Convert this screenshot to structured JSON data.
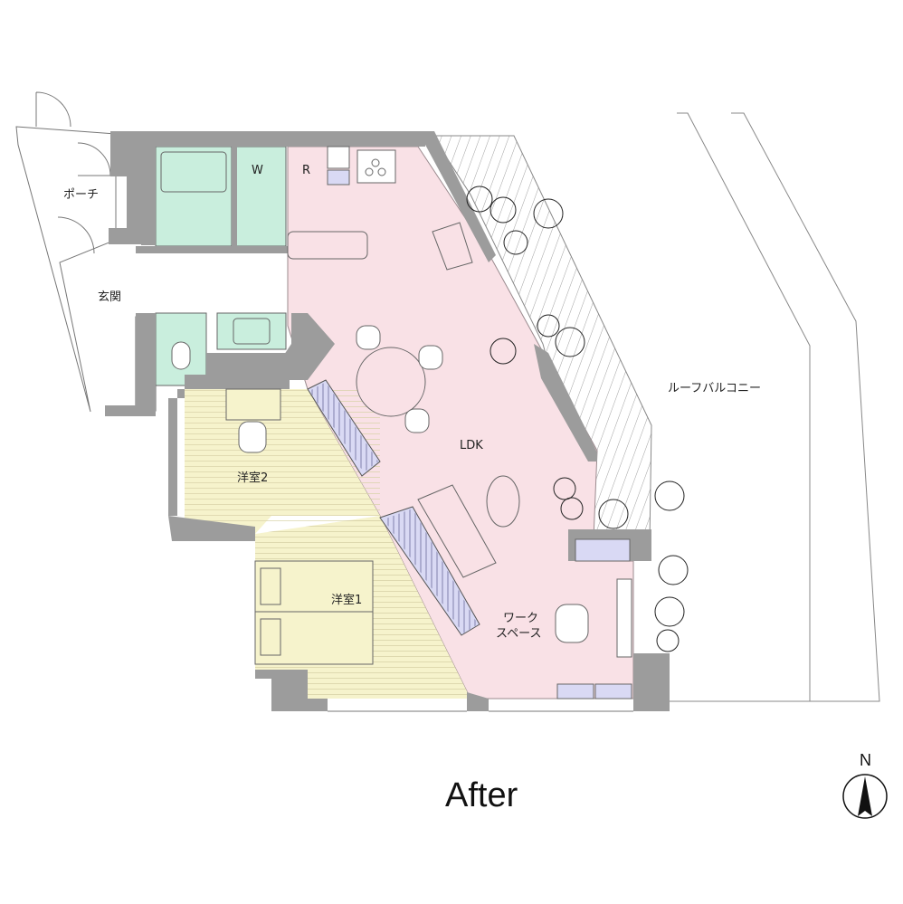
{
  "title": "After",
  "compass": {
    "label": "N"
  },
  "rooms": {
    "porch": "ポーチ",
    "entrance": "玄関",
    "w": "W",
    "r": "R",
    "ldk": "LDK",
    "bedroom2": "洋室2",
    "bedroom1": "洋室1",
    "workspace_1": "ワーク",
    "workspace_2": "スペース",
    "roof_balcony": "ルーフバルコニー"
  },
  "colors": {
    "wall": "#9c9c9c",
    "ldk": "#f9e1e6",
    "bedroom": "#f6f3cc",
    "wet": "#c9eedd",
    "storage": "#d9d9f4",
    "line": "#666666"
  }
}
